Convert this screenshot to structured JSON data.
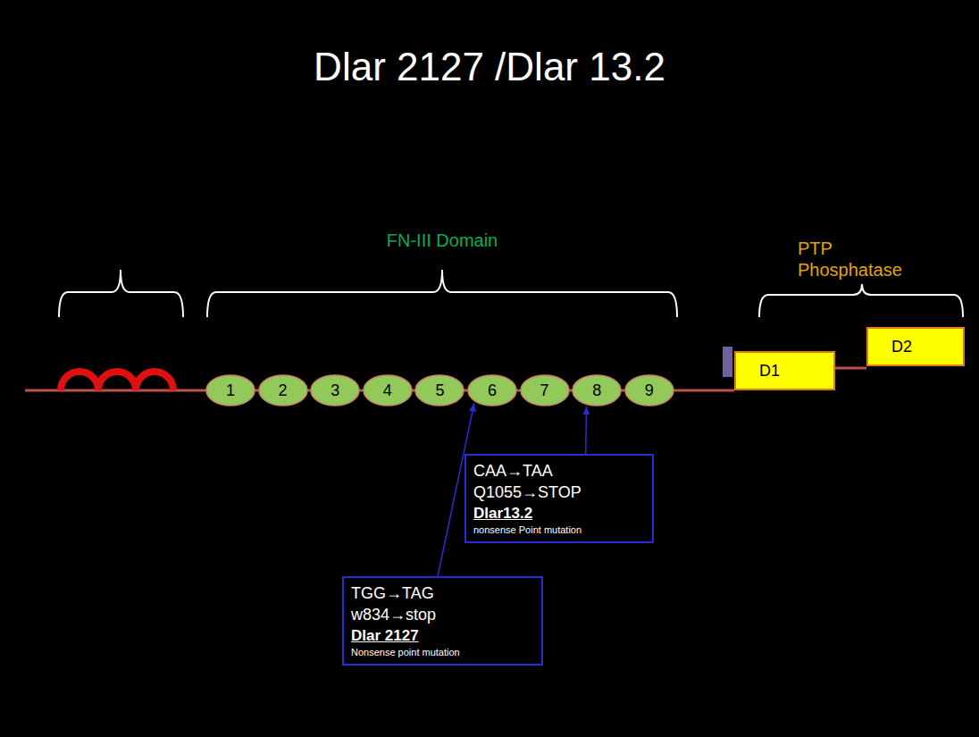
{
  "diagram": {
    "title": "Dlar 2127 /Dlar 13.2",
    "nodes": [
      {
        "text": [
          "1"
        ]
      },
      {
        "text": [
          "2"
        ]
      },
      {
        "text": [
          "3"
        ]
      },
      {
        "text": [
          "4"
        ]
      },
      {
        "text": [
          "5"
        ]
      },
      {
        "text": [
          "6"
        ]
      },
      {
        "text": [
          "7"
        ]
      },
      {
        "text": [
          "8"
        ]
      },
      {
        "text": [
          "9"
        ]
      },
      {
        "text": [
          "D1"
        ]
      },
      {
        "text": [
          "D2"
        ]
      },
      {
        "text": [
          "CAA→TAA",
          "Q1055→STOP",
          "Dlar13.2",
          "nonsense Point mutation"
        ]
      },
      {
        "text": [
          "TGG→TAG",
          "w834→stop",
          "Dlar 2127",
          "Nonsense point mutation"
        ]
      }
    ],
    "edges": [
      {
        "from": 11,
        "to": 7,
        "arrow": "to"
      },
      {
        "from": 12,
        "to": 5,
        "arrow": "to"
      }
    ],
    "labels": [
      "FN-III Domain",
      "PTP Phosphatase"
    ]
  }
}
